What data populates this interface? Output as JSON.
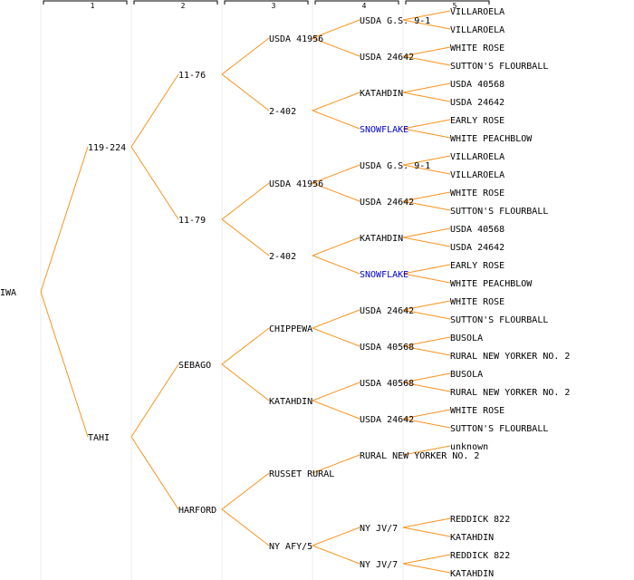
{
  "columns": [
    "1",
    "2",
    "3",
    "4",
    "5"
  ],
  "colors": {
    "edge": "#f7931e",
    "link": "#0000cc",
    "text": "#000000"
  },
  "tree": {
    "name": "IWA",
    "children": [
      {
        "name": "119-224",
        "children": [
          {
            "name": "11-76",
            "children": [
              {
                "name": "USDA 41956",
                "children": [
                  {
                    "name": "USDA G.S. 9-1",
                    "children": [
                      {
                        "name": "VILLAROELA"
                      },
                      {
                        "name": "VILLAROELA"
                      }
                    ]
                  },
                  {
                    "name": "USDA 24642",
                    "children": [
                      {
                        "name": "WHITE ROSE"
                      },
                      {
                        "name": "SUTTON'S FLOURBALL"
                      }
                    ]
                  }
                ]
              },
              {
                "name": "2-402",
                "children": [
                  {
                    "name": "KATAHDIN",
                    "children": [
                      {
                        "name": "USDA 40568"
                      },
                      {
                        "name": "USDA 24642"
                      }
                    ]
                  },
                  {
                    "name": "SNOWFLAKE",
                    "link": true,
                    "children": [
                      {
                        "name": "EARLY ROSE"
                      },
                      {
                        "name": "WHITE PEACHBLOW"
                      }
                    ]
                  }
                ]
              }
            ]
          },
          {
            "name": "11-79",
            "children": [
              {
                "name": "USDA 41956",
                "children": [
                  {
                    "name": "USDA G.S. 9-1",
                    "children": [
                      {
                        "name": "VILLAROELA"
                      },
                      {
                        "name": "VILLAROELA"
                      }
                    ]
                  },
                  {
                    "name": "USDA 24642",
                    "children": [
                      {
                        "name": "WHITE ROSE"
                      },
                      {
                        "name": "SUTTON'S FLOURBALL"
                      }
                    ]
                  }
                ]
              },
              {
                "name": "2-402",
                "children": [
                  {
                    "name": "KATAHDIN",
                    "children": [
                      {
                        "name": "USDA 40568"
                      },
                      {
                        "name": "USDA 24642"
                      }
                    ]
                  },
                  {
                    "name": "SNOWFLAKE",
                    "link": true,
                    "children": [
                      {
                        "name": "EARLY ROSE"
                      },
                      {
                        "name": "WHITE PEACHBLOW"
                      }
                    ]
                  }
                ]
              }
            ]
          }
        ]
      },
      {
        "name": "TAHI",
        "children": [
          {
            "name": "SEBAGO",
            "children": [
              {
                "name": "CHIPPEWA",
                "children": [
                  {
                    "name": "USDA 24642",
                    "children": [
                      {
                        "name": "WHITE ROSE"
                      },
                      {
                        "name": "SUTTON'S FLOURBALL"
                      }
                    ]
                  },
                  {
                    "name": "USDA 40568",
                    "children": [
                      {
                        "name": "BUSOLA"
                      },
                      {
                        "name": "RURAL NEW YORKER NO. 2"
                      }
                    ]
                  }
                ]
              },
              {
                "name": "KATAHDIN",
                "children": [
                  {
                    "name": "USDA 40568",
                    "children": [
                      {
                        "name": "BUSOLA"
                      },
                      {
                        "name": "RURAL NEW YORKER NO. 2"
                      }
                    ]
                  },
                  {
                    "name": "USDA 24642",
                    "children": [
                      {
                        "name": "WHITE ROSE"
                      },
                      {
                        "name": "SUTTON'S FLOURBALL"
                      }
                    ]
                  }
                ]
              }
            ]
          },
          {
            "name": "HARFORD",
            "children": [
              {
                "name": "RUSSET RURAL",
                "children": [
                  {
                    "name": "RURAL NEW YORKER NO. 2",
                    "children": [
                      {
                        "name": "unknown"
                      }
                    ]
                  }
                ]
              },
              {
                "name": "NY AFY/5",
                "children": [
                  {
                    "name": "NY JV/7",
                    "children": [
                      {
                        "name": "REDDICK 822"
                      },
                      {
                        "name": "KATAHDIN"
                      }
                    ]
                  },
                  {
                    "name": "NY JV/7",
                    "children": [
                      {
                        "name": "REDDICK 822"
                      },
                      {
                        "name": "KATAHDIN"
                      }
                    ]
                  }
                ]
              }
            ]
          }
        ]
      }
    ]
  }
}
